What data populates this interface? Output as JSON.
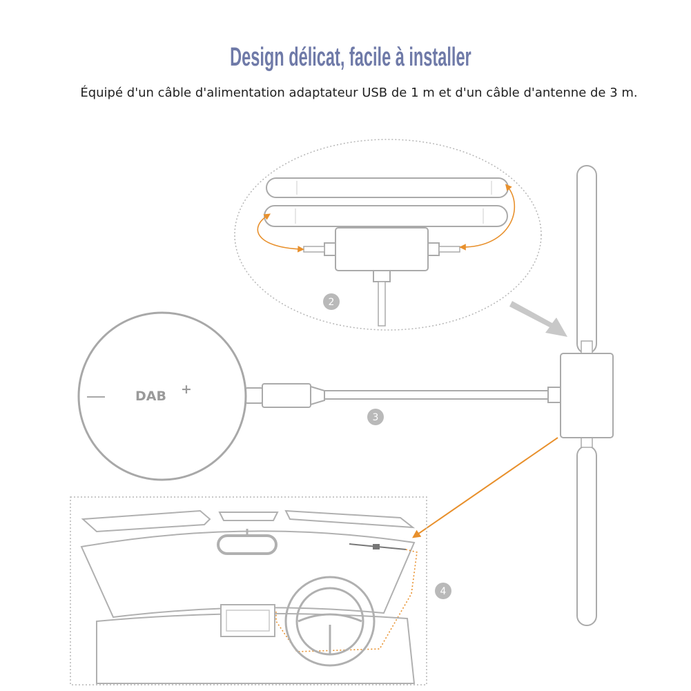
{
  "header": {
    "title": "Design délicat, facile à installer",
    "subtitle": "Équipé d'un câble d'alimentation adaptateur USB de 1 m et d'un câble d'antenne de 3 m."
  },
  "diagram": {
    "disc_logo": "DAB",
    "disc_logo_sup": "+",
    "step_labels": [
      "2",
      "3",
      "4"
    ],
    "colors": {
      "title": "#6f7aa8",
      "line": "#a8a8a8",
      "accent_orange": "#e8902c",
      "step_badge": "#b9b9b9"
    },
    "icons": [
      "mounting-disc-icon",
      "dipole-antenna-icon",
      "windshield-dashboard-icon",
      "steering-wheel-icon"
    ]
  }
}
